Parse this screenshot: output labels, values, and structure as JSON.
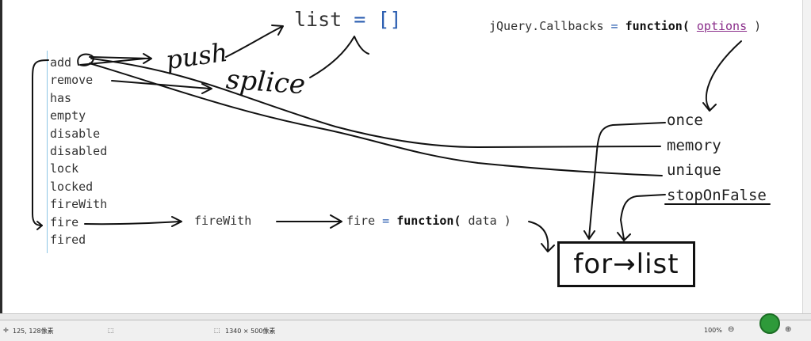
{
  "code": {
    "list_decl": {
      "name": "list",
      "eq": "=",
      "value": "[]"
    },
    "callbacks_decl": {
      "lhs": "jQuery.Callbacks",
      "eq": "=",
      "kw": "function(",
      "param": "options",
      "close": ")"
    },
    "fire_decl": {
      "name": "fire",
      "eq": "=",
      "kw_a": "fu",
      "kw_b": "nction(",
      "param": "data",
      "close": ")"
    },
    "firewith_label": "fireWith"
  },
  "methods": [
    "add",
    "remove",
    "has",
    "empty",
    "disable",
    "disabled",
    "lock",
    "locked",
    "fireWith",
    "fire",
    "fired"
  ],
  "options": [
    "once",
    "memory",
    "unique",
    "stopOnFalse"
  ],
  "annotations": {
    "push": "push",
    "splice": "splice",
    "box": "for→list"
  },
  "statusbar": {
    "coords": "125, 128像素",
    "size": "1340 × 500像素",
    "zoom": "100%"
  },
  "colors": {
    "keyword": "#111111",
    "operator": "#2a5db0",
    "param": "#8a2d8a",
    "guide": "#8ec6e6",
    "zoom": "#2e9a3a"
  }
}
